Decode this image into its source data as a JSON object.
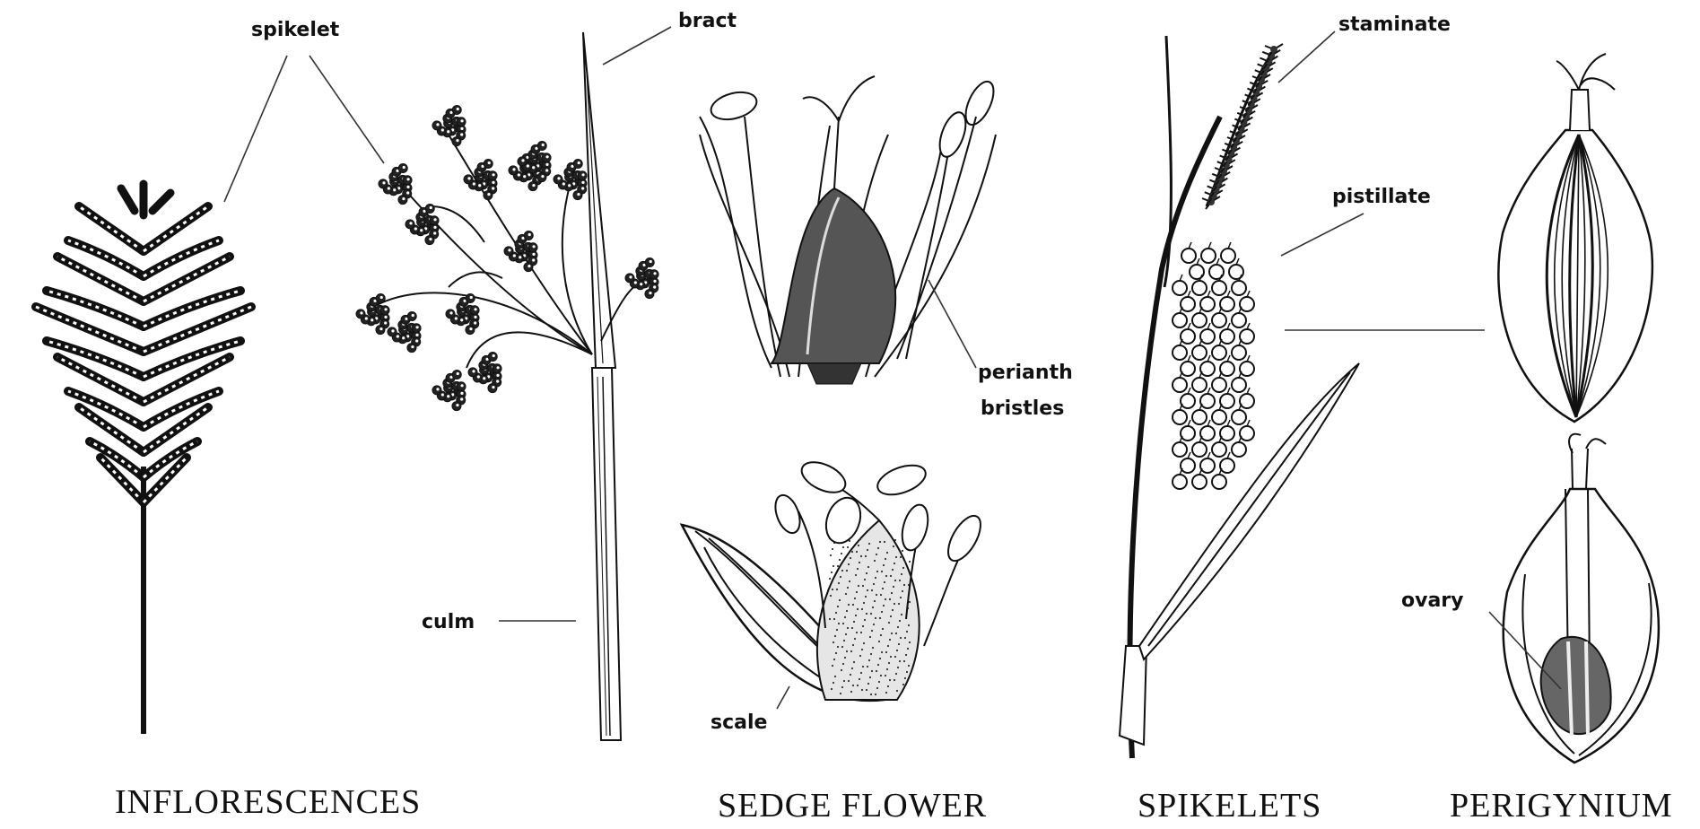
{
  "labels": {
    "spikelet": "spikelet",
    "bract": "bract",
    "culm": "culm",
    "perianth_line1": "perianth",
    "perianth_line2": "bristles",
    "scale": "scale",
    "staminate": "staminate",
    "pistillate": "pistillate",
    "ovary": "ovary"
  },
  "captions": {
    "inflorescences": "INFLORESCENCES",
    "sedge_flower": "SEDGE FLOWER",
    "spikelets": "SPIKELETS",
    "perigynium": "PERIGYNIUM"
  }
}
